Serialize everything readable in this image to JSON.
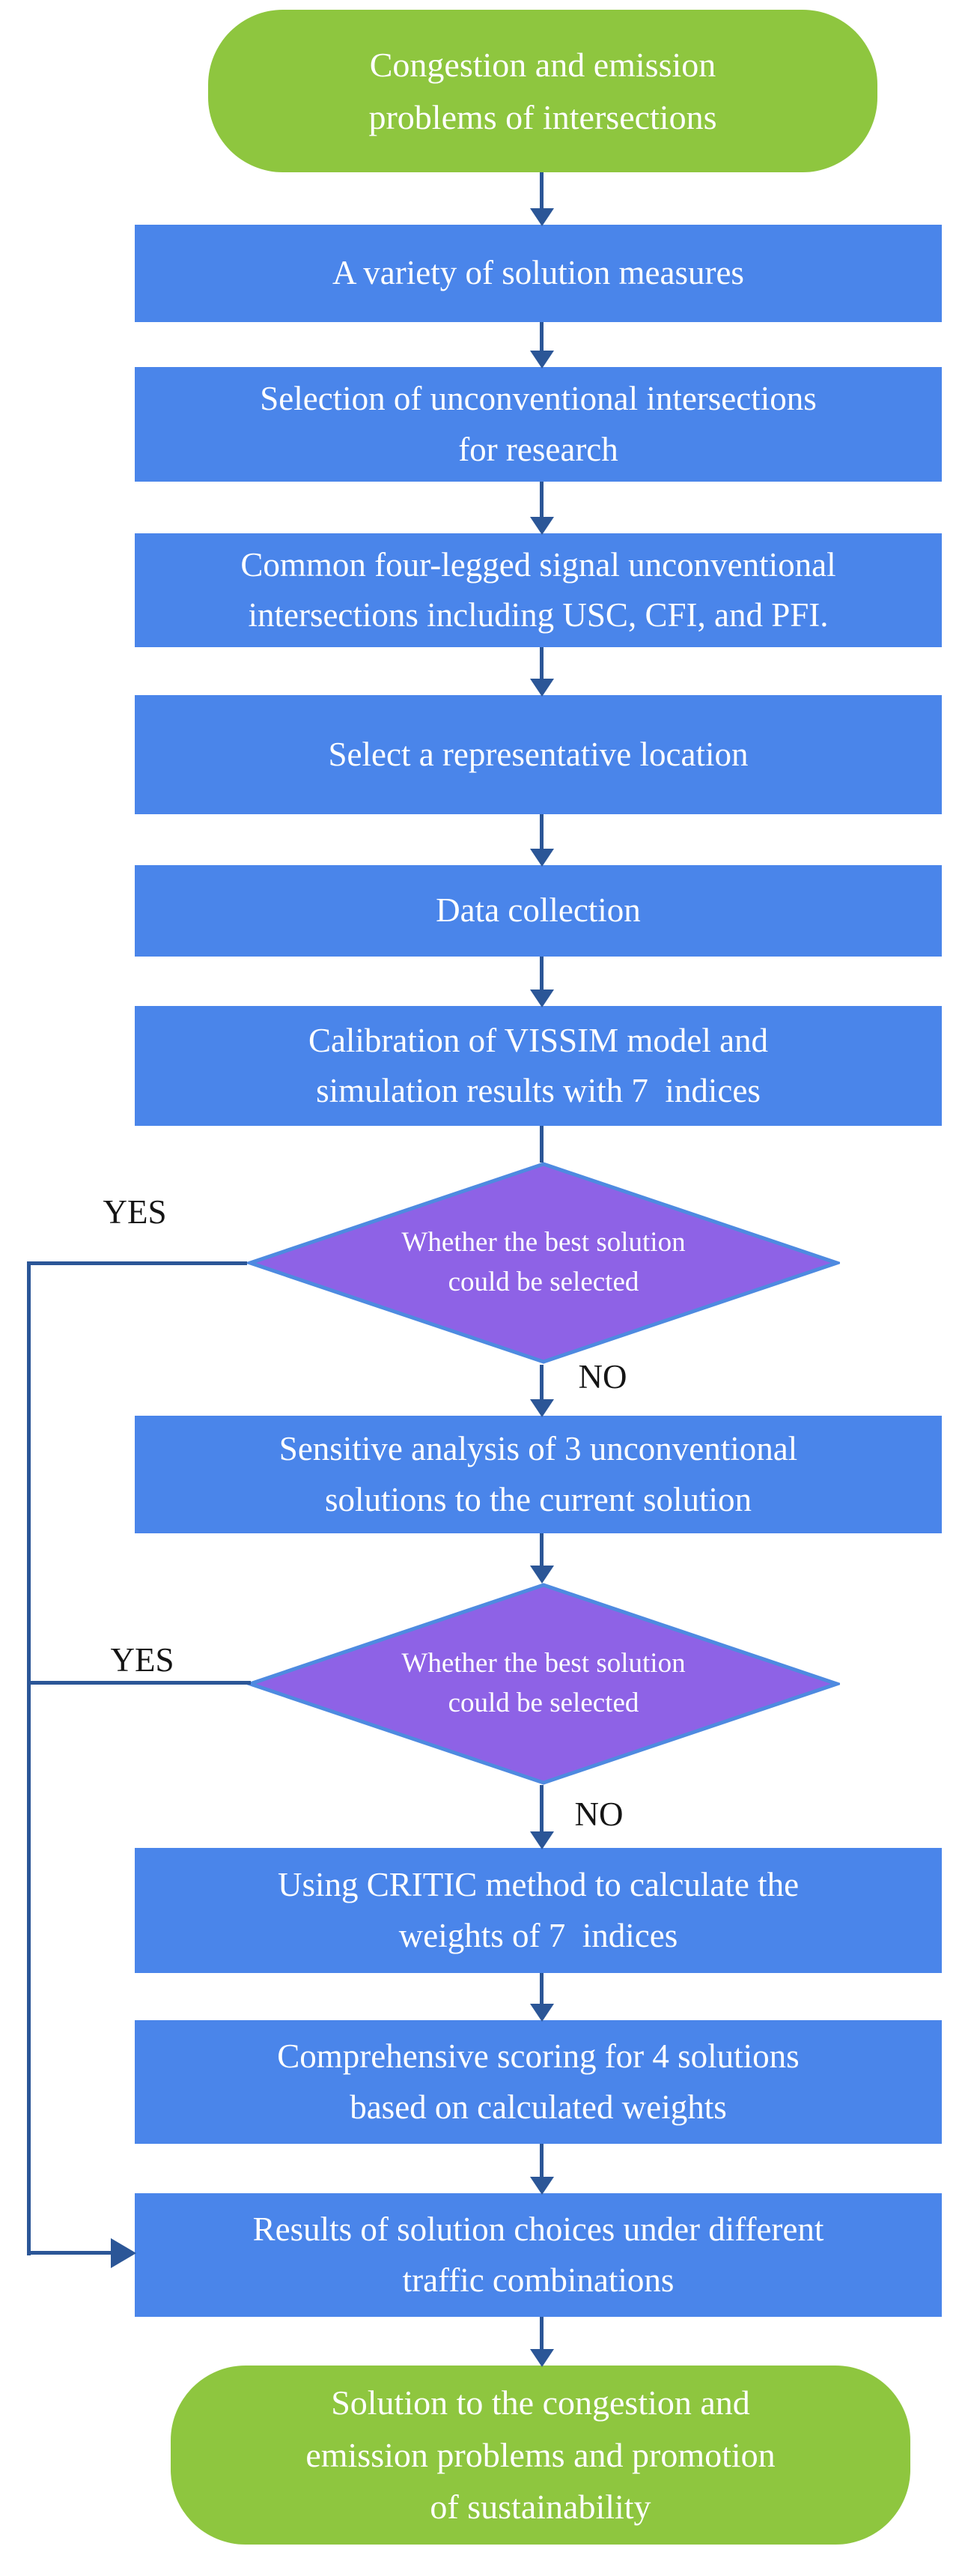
{
  "colors": {
    "process_fill": "#4a85ea",
    "terminal_fill": "#8ec63f",
    "decision_fill": "#8e62e6",
    "decision_border": "#4e8ae0",
    "connector": "#2b5697",
    "node_text": "#ffffff",
    "label_color": "#151515",
    "page_bg": "#ffffff"
  },
  "flowchart": {
    "nodes": [
      {
        "id": "start",
        "type": "terminal",
        "label": "Congestion and emission\nproblems of intersections"
      },
      {
        "id": "measures",
        "type": "process",
        "label": "A variety of solution measures"
      },
      {
        "id": "selection",
        "type": "process",
        "label": "Selection of unconventional intersections\nfor research"
      },
      {
        "id": "common",
        "type": "process",
        "label": "Common four-legged signal unconventional\nintersections including USC, CFI, and PFI."
      },
      {
        "id": "location",
        "type": "process",
        "label": "Select a representative location"
      },
      {
        "id": "data",
        "type": "process",
        "label": "Data collection"
      },
      {
        "id": "calibration",
        "type": "process",
        "label": "Calibration of VISSIM model and\nsimulation results with 7  indices"
      },
      {
        "id": "decision1",
        "type": "decision",
        "label": "Whether the best solution\ncould be selected"
      },
      {
        "id": "sensitive",
        "type": "process",
        "label": "Sensitive analysis of 3 unconventional\nsolutions to the current solution"
      },
      {
        "id": "decision2",
        "type": "decision",
        "label": "Whether the best solution\ncould be selected"
      },
      {
        "id": "critic",
        "type": "process",
        "label": "Using CRITIC method to calculate the\nweights of 7  indices"
      },
      {
        "id": "scoring",
        "type": "process",
        "label": "Comprehensive scoring for 4 solutions\nbased on calculated weights"
      },
      {
        "id": "results",
        "type": "process",
        "label": "Results of solution choices under different\ntraffic combinations"
      },
      {
        "id": "end",
        "type": "terminal",
        "label": "Solution to the congestion and\nemission problems and promotion\nof sustainability"
      }
    ],
    "edge_labels": {
      "yes_decision1": "YES",
      "no_decision1": "NO",
      "yes_decision2": "YES",
      "no_decision2": "NO"
    }
  }
}
